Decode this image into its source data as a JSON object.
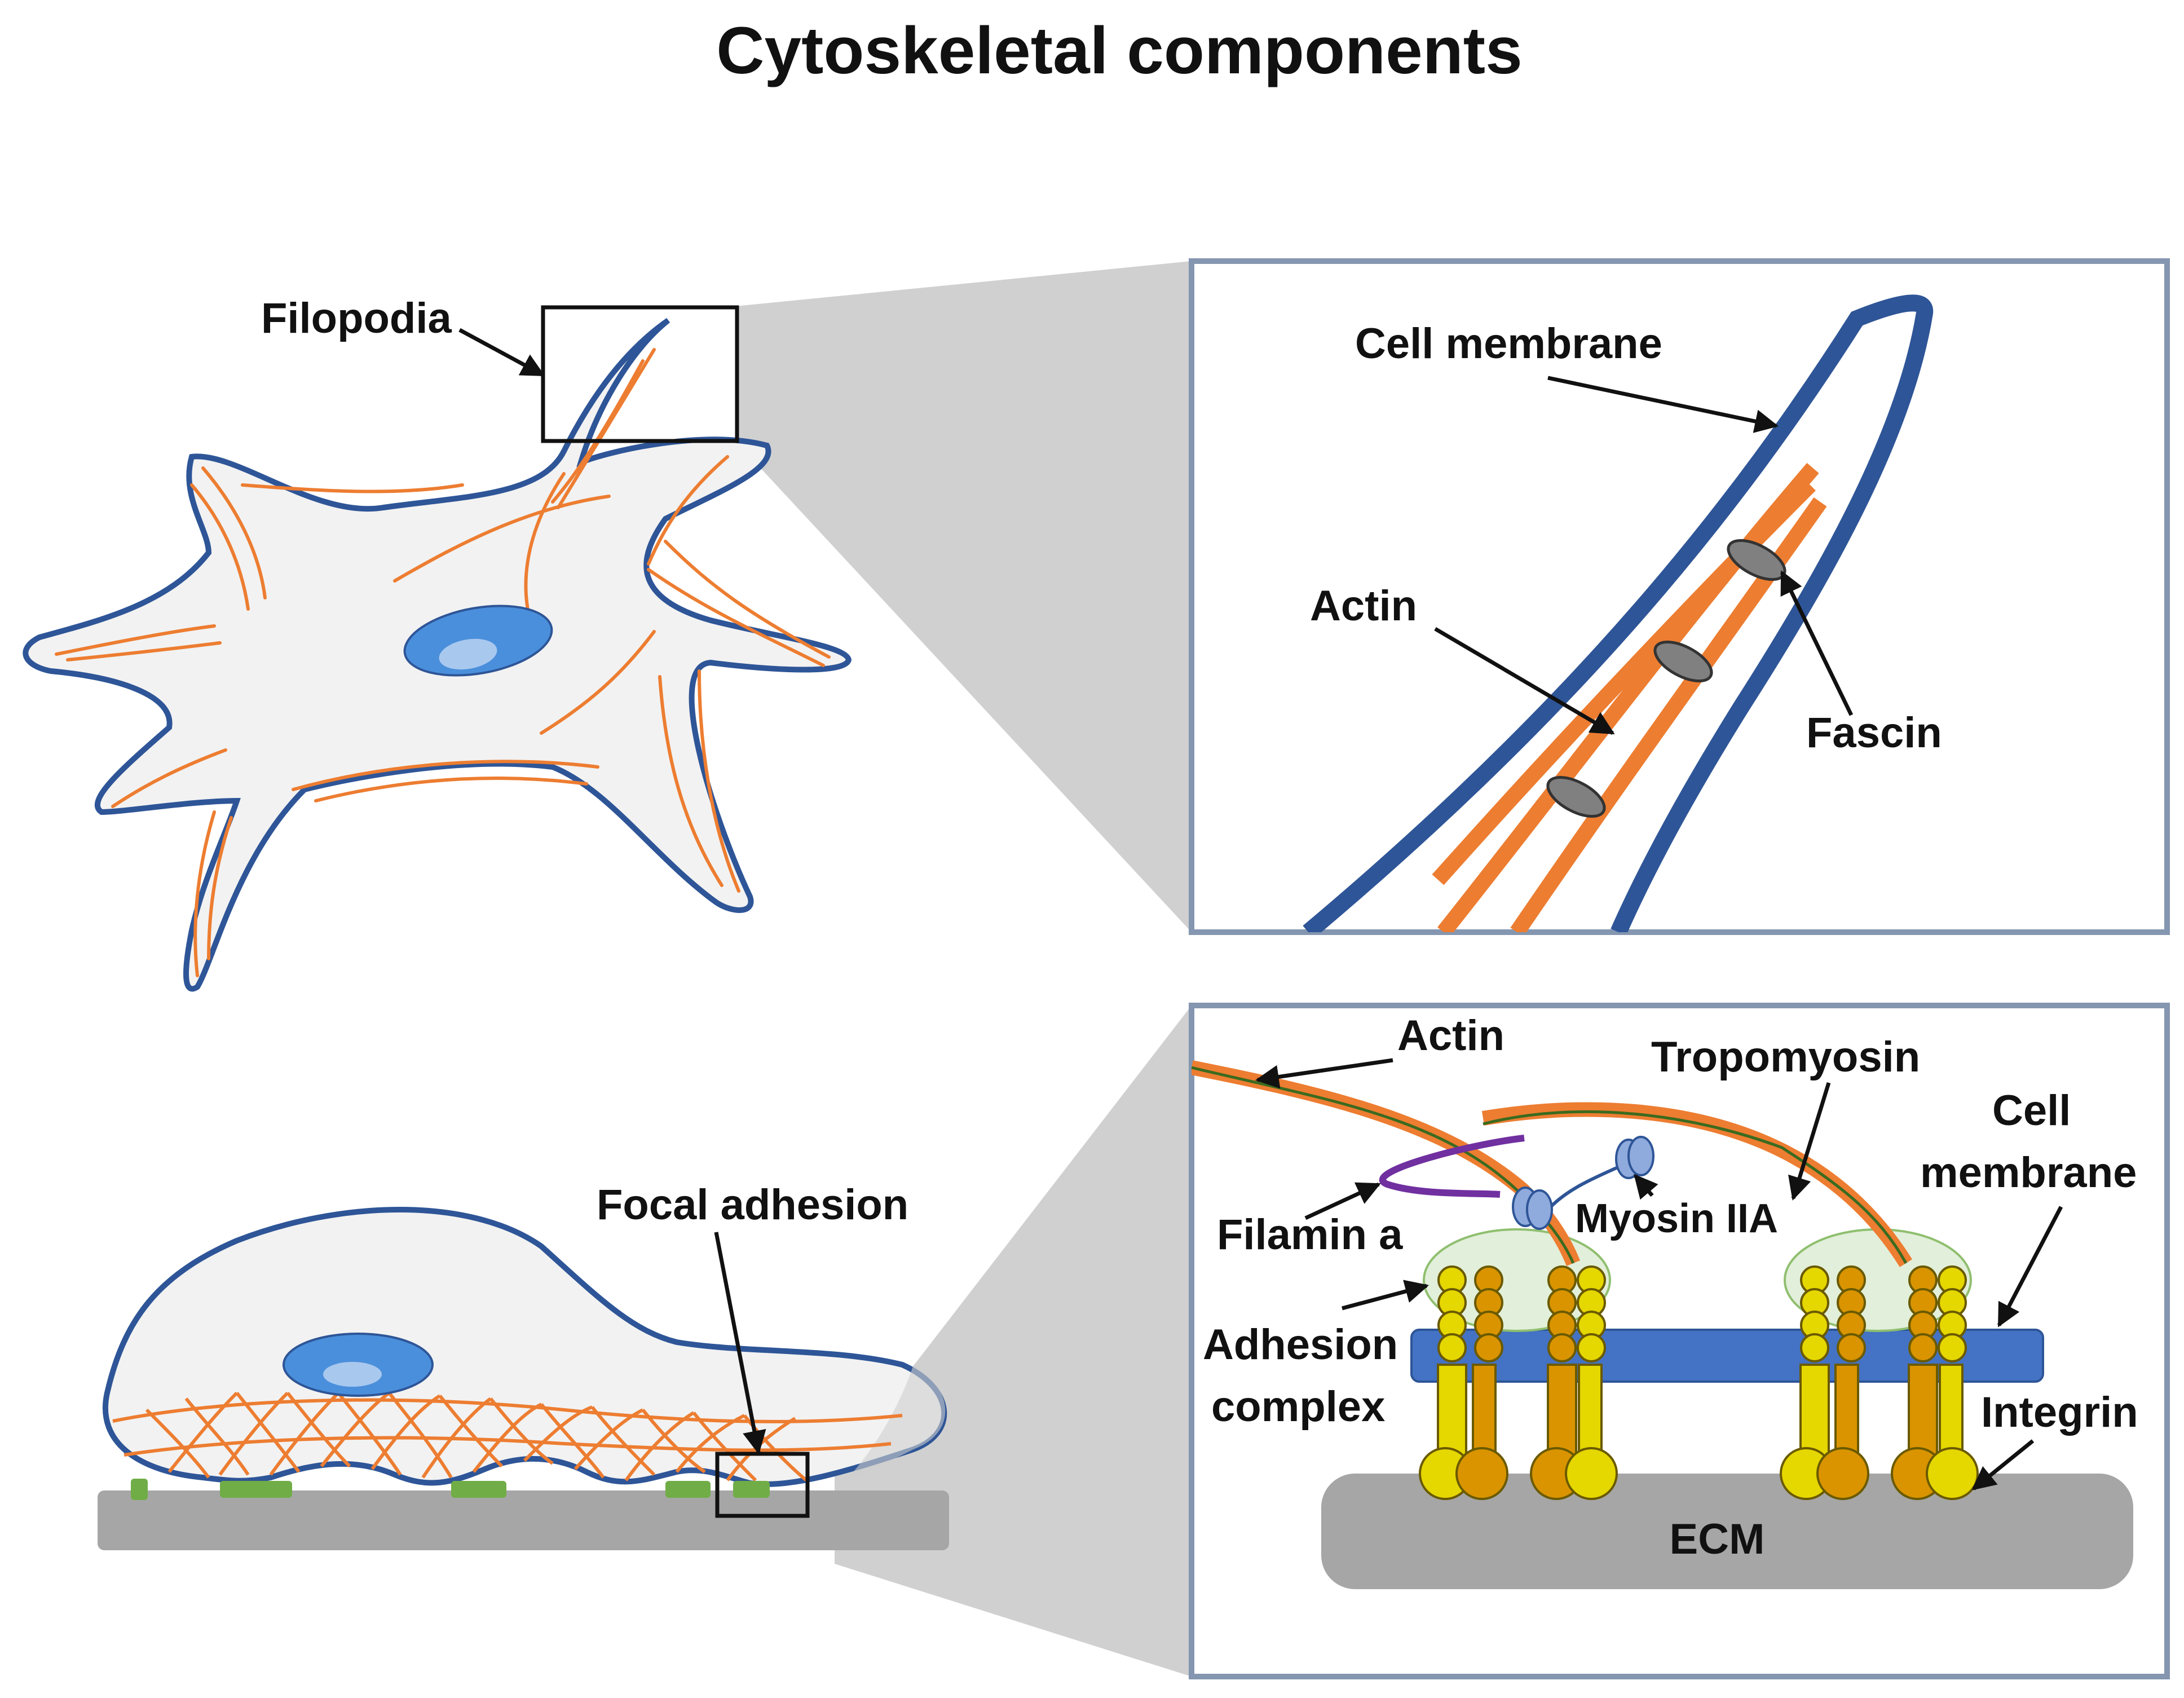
{
  "title": "Cytoskeletal components",
  "labels": {
    "filopodia": "Filopodia",
    "focal_adhesion": "Focal adhesion",
    "cell_membrane_top": "Cell membrane",
    "actin_top": "Actin",
    "fascin": "Fascin",
    "actin_bottom": "Actin",
    "tropomyosin": "Tropomyosin",
    "cell_membrane_bottom_line1": "Cell",
    "cell_membrane_bottom_line2": "membrane",
    "filamin_a": "Filamin a",
    "myosin_iia": "Myosin IIA",
    "adhesion_complex_line1": "Adhesion",
    "adhesion_complex_line2": "complex",
    "integrin": "Integrin",
    "ecm": "ECM"
  },
  "colors": {
    "membrane": "#2e5597",
    "actin": "#ed7d31",
    "cytoplasm": "#f2f2f2",
    "nucleus": "#4a8fdb",
    "panel_border": "#8496b0",
    "zoom_wedge": "#d0d0d0",
    "substrate": "#a6a6a6",
    "adhesion_spot": "#70ad47",
    "fascin": "#808080",
    "filamin": "#7030a0",
    "myosin": "#8faadc",
    "membrane_bar": "#4472c4",
    "adhesion_complex": "#e2efda",
    "integrin_yellow": "#e5d700",
    "integrin_orange": "#d99400"
  }
}
